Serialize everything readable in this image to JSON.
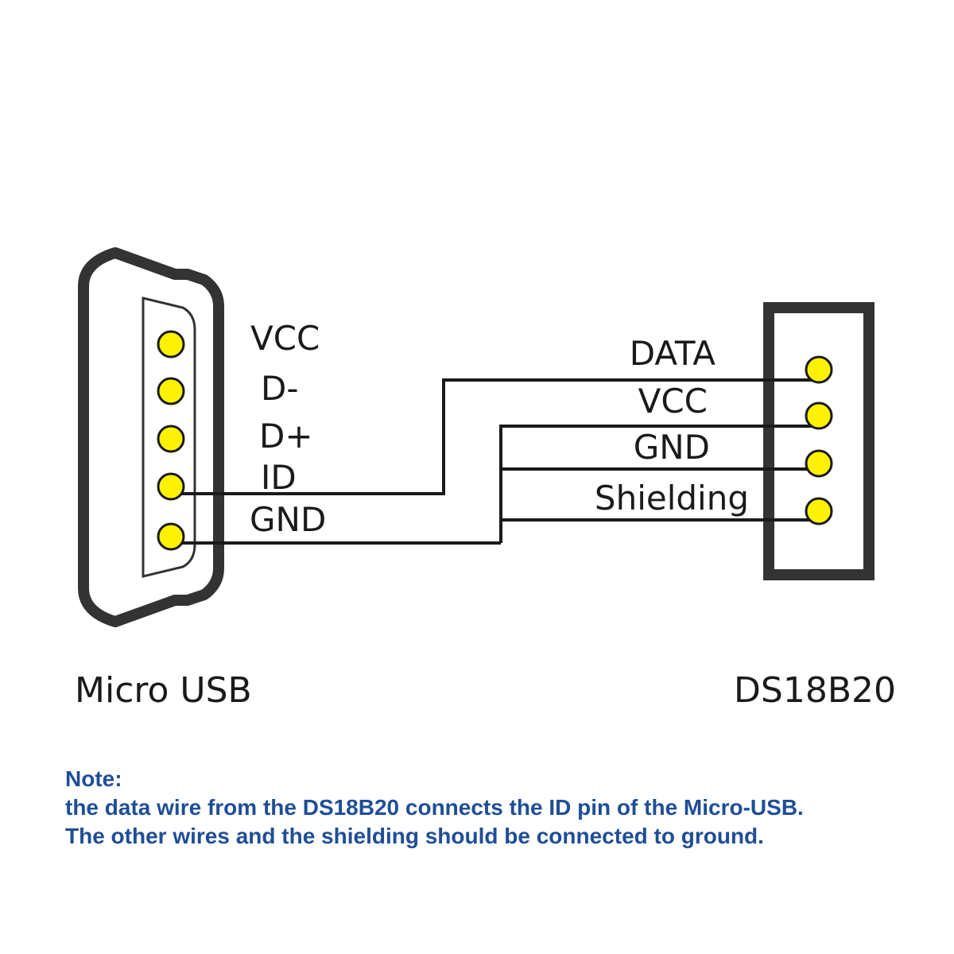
{
  "micro_usb": {
    "name": "Micro USB",
    "pins": [
      "VCC",
      "D-",
      "D+",
      "ID",
      "GND"
    ]
  },
  "ds18b20": {
    "name": "DS18B20",
    "pins": [
      "DATA",
      "VCC",
      "GND",
      "Shielding"
    ]
  },
  "wiring": [
    {
      "from": "DATA",
      "to": "ID"
    },
    {
      "from": "VCC",
      "to": "GND"
    },
    {
      "from": "GND",
      "to": "GND"
    },
    {
      "from": "Shielding",
      "to": "GND"
    }
  ],
  "colors": {
    "pin_fill": "#fff200",
    "outline": "#333333",
    "wire": "#1a1a1a",
    "note_text": "#1f4e96"
  },
  "note": {
    "title": "Note:",
    "line1": "the data wire from the DS18B20 connects the ID pin of the Micro-USB.",
    "line2": "The other wires and the shielding should be connected to ground."
  }
}
